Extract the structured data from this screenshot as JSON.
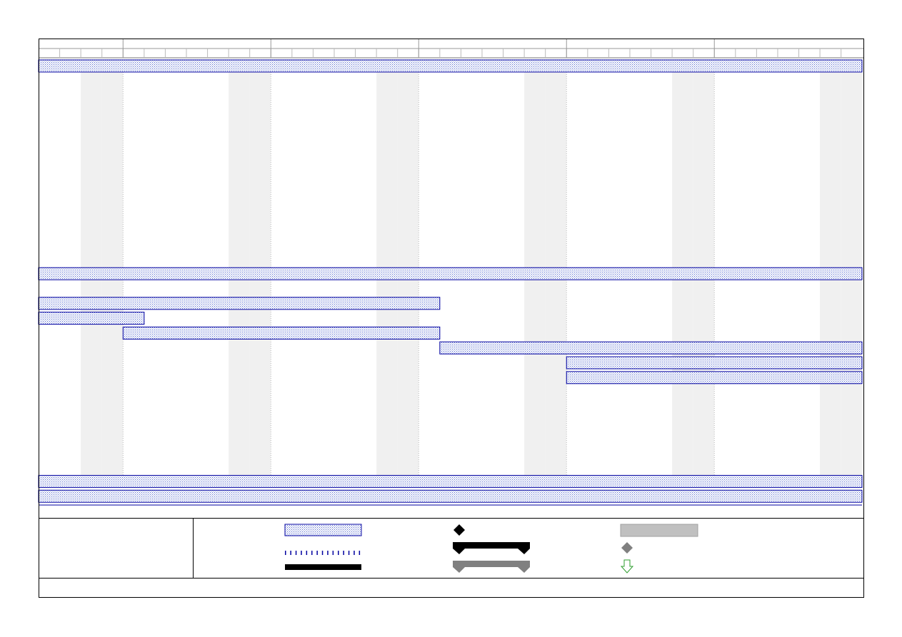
{
  "chart_data": {
    "type": "gantt",
    "timescale": {
      "major_units": 6,
      "minor_units_per_major": 7,
      "start_offset_minor": -4,
      "weekend_minor_indices": [
        2,
        3,
        9,
        10,
        16,
        17,
        23,
        24,
        30,
        31,
        37,
        38
      ]
    },
    "tasks": [
      {
        "row": 0,
        "start": 0,
        "end": 39,
        "style": "summary"
      },
      {
        "row": 14,
        "start": 0,
        "end": 39,
        "style": "summary"
      },
      {
        "row": 16,
        "start": 0,
        "end": 19,
        "style": "task"
      },
      {
        "row": 17,
        "start": 0,
        "end": 5,
        "style": "task"
      },
      {
        "row": 18,
        "start": 4,
        "end": 19,
        "style": "task"
      },
      {
        "row": 19,
        "start": 19,
        "end": 39,
        "style": "task"
      },
      {
        "row": 20,
        "start": 25,
        "end": 39,
        "style": "task"
      },
      {
        "row": 21,
        "start": 25,
        "end": 39,
        "style": "task"
      },
      {
        "row": 28,
        "start": 0,
        "end": 39,
        "style": "summary"
      },
      {
        "row": 29,
        "start": 0,
        "end": 39,
        "style": "summary"
      }
    ]
  },
  "legend": {
    "items": [
      {
        "icon": "task-bar-icon"
      },
      {
        "icon": "split-dots-icon"
      },
      {
        "icon": "progress-bar-icon"
      },
      {
        "icon": "milestone-diamond-icon"
      },
      {
        "icon": "summary-bracket-icon"
      },
      {
        "icon": "project-summary-bracket-icon"
      },
      {
        "icon": "external-task-bar-icon"
      },
      {
        "icon": "external-milestone-icon"
      },
      {
        "icon": "deadline-arrow-icon"
      }
    ],
    "colors": {
      "task_fill": "#dce4f8",
      "task_border": "#0000a0",
      "weekend": "#f0f0f0",
      "summary_black": "#000000",
      "project_gray": "#808080",
      "external_gray": "#c0c0c0",
      "deadline_green": "#2e9e2e"
    }
  }
}
